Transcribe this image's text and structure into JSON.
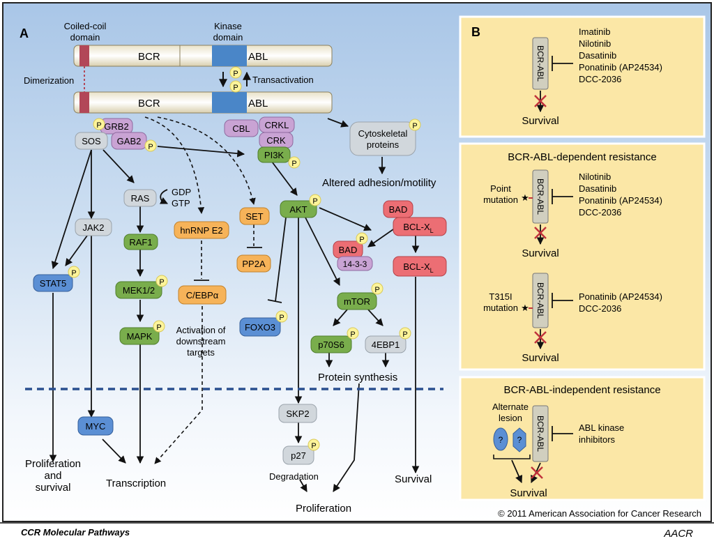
{
  "panel_a": {
    "label": "A",
    "domains": {
      "coiled_coil": "Coiled-coil\ndomain",
      "kinase": "Kinase\ndomain"
    },
    "bar_left": "BCR",
    "bar_right": "ABL",
    "dimerization": "Dimerization",
    "transactivation": "Transactivation",
    "phospho": "P",
    "nodes": {
      "grb2": "GRB2",
      "sos": "SOS",
      "gab2": "GAB2",
      "cbl": "CBL",
      "crkl": "CRKL",
      "crk": "CRK",
      "pi3k": "PI3K",
      "cytoskeletal": "Cytoskeletal\nproteins",
      "altered": "Altered adhesion/motility",
      "ras": "RAS",
      "gdp": "GDP",
      "gtp": "GTP",
      "jak2": "JAK2",
      "raf1": "RAF1",
      "mek": "MEK1/2",
      "mapk": "MAPK",
      "stat5": "STAT5",
      "hnrnp": "hnRNP E2",
      "cebpa": "C/EBPα",
      "activation": "Activation of\ndownstream\ntargets",
      "set": "SET",
      "pp2a": "PP2A",
      "akt": "AKT",
      "foxo3": "FOXO3",
      "bad": "BAD",
      "bclxl": "BCL-X",
      "bclxl_sub": "L",
      "bad_p": "BAD",
      "p1433": "14-3-3",
      "mtor": "mTOR",
      "p70s6": "p70S6",
      "ebp1": "4EBP1",
      "protein_synthesis": "Protein synthesis",
      "skp2": "SKP2",
      "p27": "p27",
      "degradation": "Degradation",
      "myc": "MYC",
      "prolif_survival": "Proliferation\nand\nsurvival",
      "transcription": "Transcription",
      "proliferation": "Proliferation",
      "survival": "Survival"
    }
  },
  "panel_b": {
    "label": "B",
    "bcr_abl": "BCR-ABL",
    "survival": "Survival",
    "box1": {
      "drugs": [
        "Imatinib",
        "Nilotinib",
        "Dasatinib",
        "Ponatinib (AP24534)",
        "DCC-2036"
      ]
    },
    "box2": {
      "title": "BCR-ABL-dependent resistance",
      "point": "Point\nmutation",
      "drugs1": [
        "Nilotinib",
        "Dasatinib",
        "Ponatinib (AP24534)",
        "DCC-2036"
      ],
      "t315i": "T315I\nmutation",
      "drugs2": [
        "Ponatinib (AP24534)",
        "DCC-2036"
      ]
    },
    "box3": {
      "title": "BCR-ABL-independent resistance",
      "alternate": "Alternate\nlesion",
      "q": "?",
      "drugs": [
        "ABL kinase",
        "inhibitors"
      ]
    }
  },
  "footer": {
    "copyright": "© 2011 American Association for Cancer Research",
    "journal": "CCR Molecular Pathways",
    "logo": "AACR"
  },
  "colors": {
    "purple": "#c9a3d4",
    "green": "#79ad4c",
    "orange": "#f6b359",
    "red": "#ec6e74",
    "blue": "#5b8fd4",
    "gray": "#d1d7dc",
    "yellow_box": "#fbe7a6",
    "p_circle": "#fdf49a"
  }
}
